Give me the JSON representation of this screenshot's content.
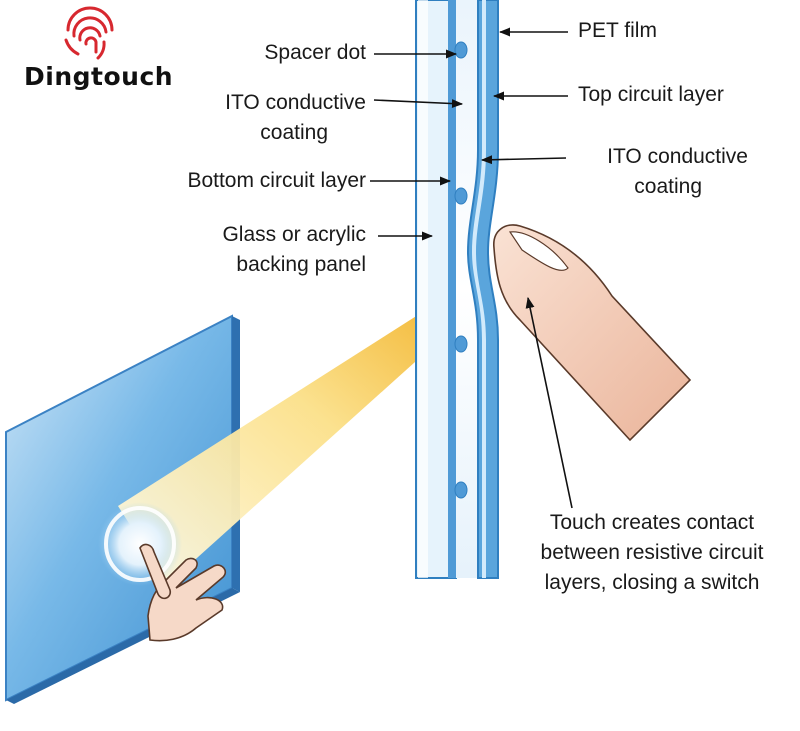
{
  "logo": {
    "text": "Dingtouch",
    "color": "#d7282f"
  },
  "labels": {
    "spacer_dot": "Spacer dot",
    "ito_left": [
      "ITO conductive",
      "coating"
    ],
    "bottom_circuit": "Bottom circuit layer",
    "backing_panel": [
      "Glass or acrylic",
      "backing panel"
    ],
    "pet_film": "PET film",
    "top_circuit": "Top circuit layer",
    "ito_right": [
      "ITO conductive",
      "coating"
    ],
    "touch_note": [
      "Touch creates contact",
      "between resistive circuit",
      "layers, closing a switch"
    ]
  },
  "colors": {
    "layer_blue": "#3f8fd0",
    "layer_light": "#dceefb",
    "panel_blue": "#5aa8e0",
    "beam_yellow": "#f2b21c",
    "skin": "#f3c9b0",
    "arrow": "#111111"
  }
}
